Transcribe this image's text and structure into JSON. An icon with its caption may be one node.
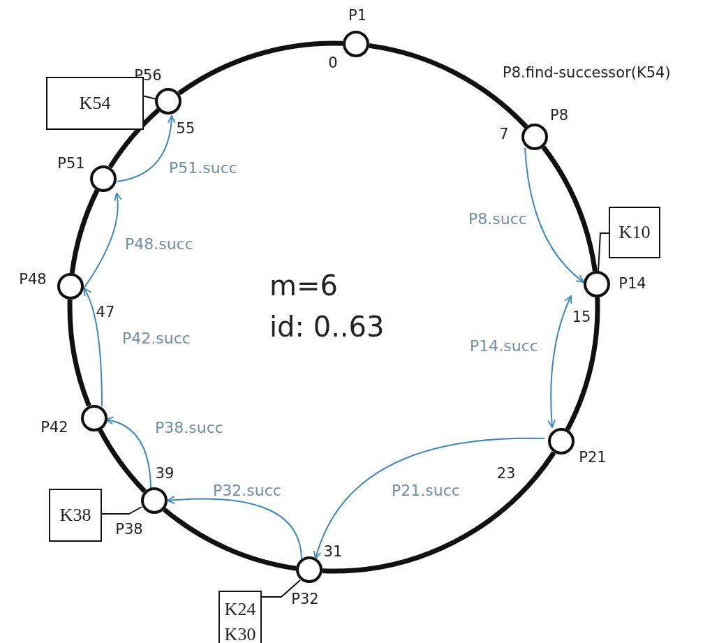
{
  "diagram": {
    "nodes": [
      {
        "text": [
          "P1"
        ],
        "beside": [
          "0"
        ]
      },
      {
        "text": [
          "P8"
        ],
        "beside": [
          "7"
        ]
      },
      {
        "text": [
          "P14"
        ],
        "beside": [
          "15"
        ]
      },
      {
        "text": [
          "P21"
        ],
        "beside": [
          "23"
        ]
      },
      {
        "text": [
          "P32"
        ],
        "beside": [
          "31"
        ]
      },
      {
        "text": [
          "P38"
        ],
        "beside": [
          "39"
        ]
      },
      {
        "text": [
          "P42"
        ]
      },
      {
        "text": [
          "P48"
        ],
        "beside": [
          "47"
        ]
      },
      {
        "text": [
          "P51"
        ]
      },
      {
        "text": [
          "P56"
        ],
        "beside": [
          "55"
        ]
      },
      {
        "text": [
          "K54"
        ]
      },
      {
        "text": [
          "K10"
        ]
      },
      {
        "text": [
          "K38"
        ]
      },
      {
        "text": [
          "K24",
          "K30"
        ]
      }
    ],
    "edges": [
      {
        "from": 1,
        "to": 2,
        "arrow": "to",
        "label": "P8.succ",
        "color": "#3a87c4"
      },
      {
        "from": 2,
        "to": 3,
        "arrow": "both",
        "label": "P14.succ",
        "color": "#3a87c4"
      },
      {
        "from": 3,
        "to": 4,
        "arrow": "to",
        "label": "P21.succ",
        "color": "#3a87c4"
      },
      {
        "from": 4,
        "to": 5,
        "arrow": "to",
        "label": "P32.succ",
        "color": "#3a87c4"
      },
      {
        "from": 5,
        "to": 6,
        "arrow": "to",
        "label": "P38.succ",
        "color": "#3a87c4"
      },
      {
        "from": 6,
        "to": 7,
        "arrow": "to",
        "label": "P42.succ",
        "color": "#3a87c4"
      },
      {
        "from": 7,
        "to": 8,
        "arrow": "to",
        "label": "P48.succ",
        "color": "#3a87c4"
      },
      {
        "from": 8,
        "to": 9,
        "arrow": "to",
        "label": "P51.succ",
        "color": "#3a87c4"
      },
      {
        "from": 0,
        "to": 1,
        "arrow": "none",
        "style": "thick"
      },
      {
        "from": 1,
        "to": 2,
        "arrow": "none",
        "style": "thick"
      },
      {
        "from": 2,
        "to": 3,
        "arrow": "none",
        "style": "thick"
      },
      {
        "from": 3,
        "to": 4,
        "arrow": "none",
        "style": "thick"
      },
      {
        "from": 4,
        "to": 5,
        "arrow": "none",
        "style": "thick"
      },
      {
        "from": 5,
        "to": 6,
        "arrow": "none",
        "style": "thick"
      },
      {
        "from": 6,
        "to": 7,
        "arrow": "none",
        "style": "thick"
      },
      {
        "from": 7,
        "to": 8,
        "arrow": "none",
        "style": "thick"
      },
      {
        "from": 8,
        "to": 9,
        "arrow": "none",
        "style": "thick"
      },
      {
        "from": 9,
        "to": 0,
        "arrow": "none",
        "style": "thick"
      },
      {
        "from": 10,
        "to": 9,
        "arrow": "none"
      },
      {
        "from": 11,
        "to": 2,
        "arrow": "none"
      },
      {
        "from": 12,
        "to": 5,
        "arrow": "none"
      },
      {
        "from": 13,
        "to": 4,
        "arrow": "none"
      }
    ],
    "labels": [
      "P8.find-successor(K54)",
      "m=6",
      "id: 0..63"
    ]
  }
}
